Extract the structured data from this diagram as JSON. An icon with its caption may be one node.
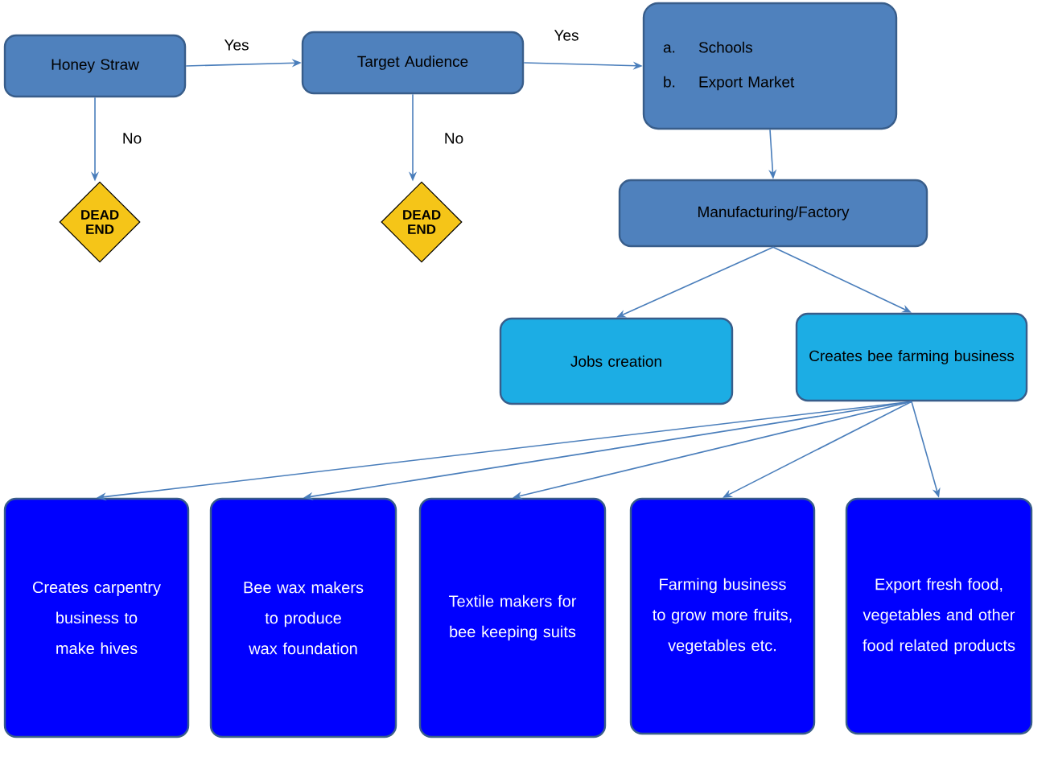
{
  "diagram": {
    "nodes": [
      {
        "text": [
          "Honey Straw"
        ]
      },
      {
        "text": [
          "Target Audience"
        ]
      },
      {
        "text": [
          "a.",
          "Schools",
          "b.",
          "Export Market"
        ]
      },
      {
        "text": [
          "DEAD END"
        ]
      },
      {
        "text": [
          "DEAD END"
        ]
      },
      {
        "text": [
          "Manufacturing/Factory"
        ]
      },
      {
        "text": [
          "Jobs creation"
        ]
      },
      {
        "text": [
          "Creates bee farming business"
        ]
      },
      {
        "text": [
          "Creates carpentry business to make hives"
        ]
      },
      {
        "text": [
          "Bee wax makers to produce wax foundation"
        ]
      },
      {
        "text": [
          "Textile makers for bee keeping suits"
        ]
      },
      {
        "text": [
          "Farming business to grow more fruits, vegetables etc."
        ]
      },
      {
        "text": [
          "Export fresh food, vegetables and other food related products"
        ]
      }
    ],
    "edges": [
      {
        "from": 0,
        "to": 1,
        "arrow": "to",
        "label": "Yes"
      },
      {
        "from": 1,
        "to": 2,
        "arrow": "to",
        "label": "Yes"
      },
      {
        "from": 0,
        "to": 3,
        "arrow": "to",
        "label": "No"
      },
      {
        "from": 1,
        "to": 4,
        "arrow": "to",
        "label": "No"
      },
      {
        "from": 2,
        "to": 5,
        "arrow": "to"
      },
      {
        "from": 5,
        "to": 6,
        "arrow": "to"
      },
      {
        "from": 5,
        "to": 7,
        "arrow": "to"
      },
      {
        "from": 7,
        "to": 8,
        "arrow": "to"
      },
      {
        "from": 7,
        "to": 9,
        "arrow": "to"
      },
      {
        "from": 7,
        "to": 10,
        "arrow": "to"
      },
      {
        "from": 7,
        "to": 11,
        "arrow": "to"
      },
      {
        "from": 7,
        "to": 12,
        "arrow": "to"
      }
    ]
  }
}
